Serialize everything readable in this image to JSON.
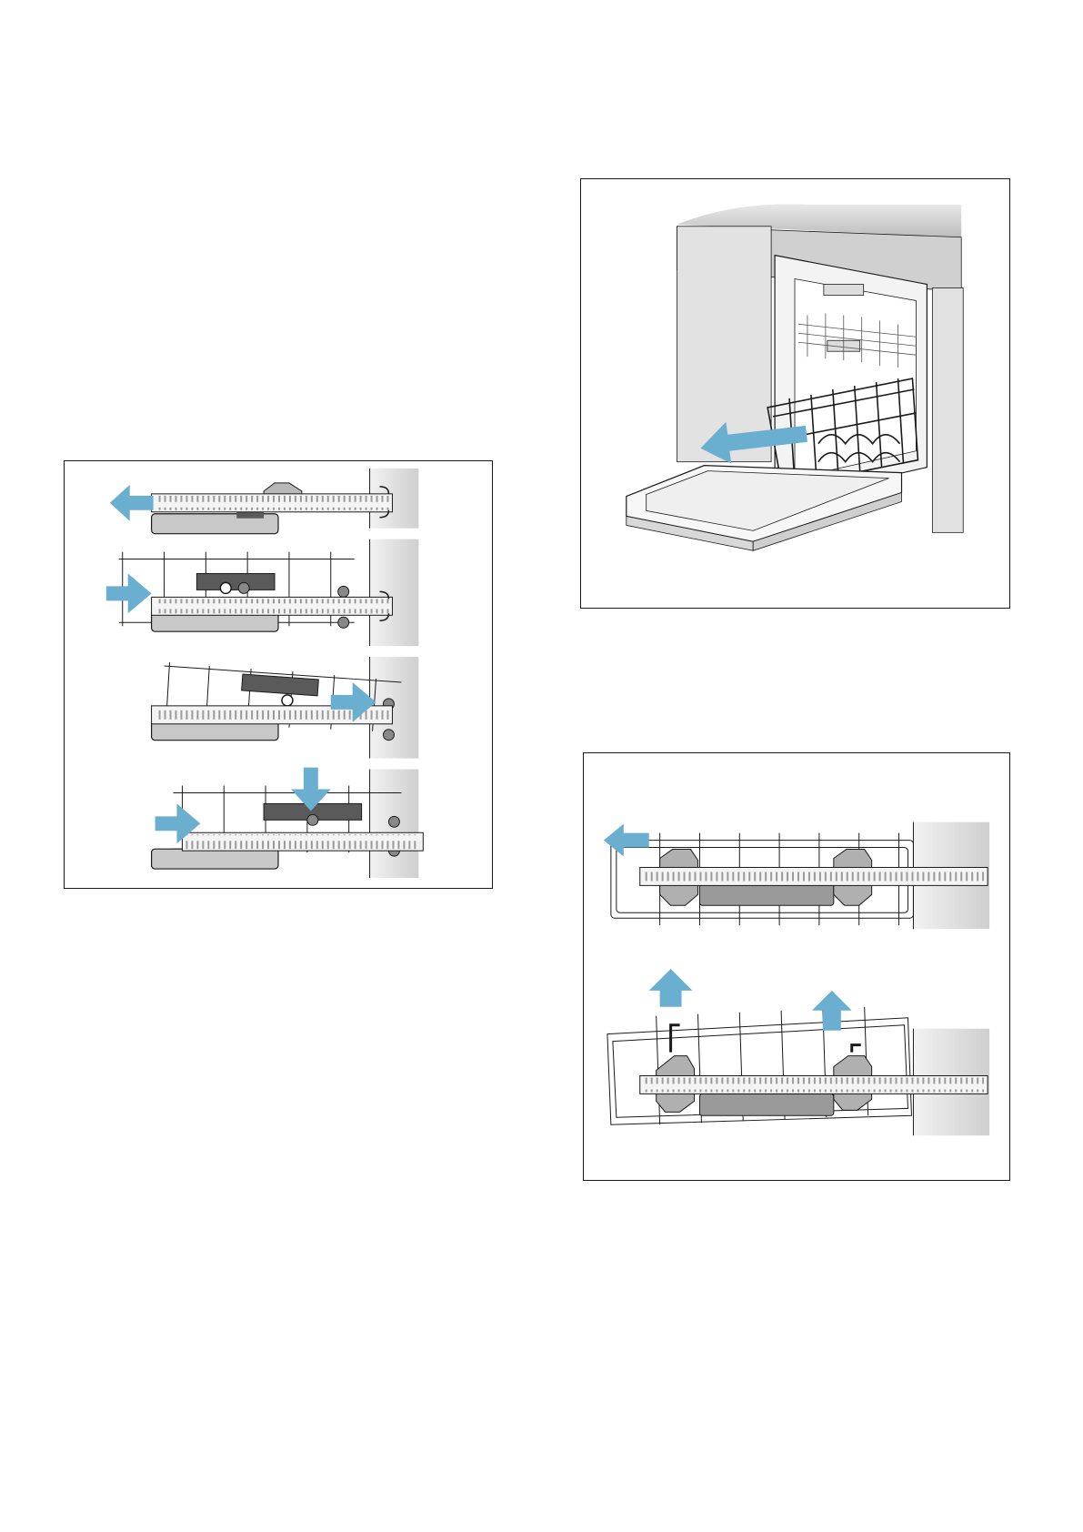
{
  "colors": {
    "arrow": "#6aaed0",
    "rail": "#f4f4f4",
    "cabinet": "#d6d6d6",
    "dark_part": "#5a5a5a",
    "mid_part": "#9a9a9a",
    "outline": "#1a1a1a"
  },
  "figures": [
    {
      "id": "rail-steps",
      "icons": [
        "arrow-left-icon",
        "arrow-right-icon",
        "arrow-right-icon",
        "arrow-right-icon",
        "arrow-down-icon"
      ]
    },
    {
      "id": "dishwasher",
      "icons": [
        "arrow-left-icon"
      ]
    },
    {
      "id": "rack-lift",
      "icons": [
        "arrow-left-icon",
        "arrow-up-icon",
        "arrow-up-icon"
      ]
    }
  ]
}
